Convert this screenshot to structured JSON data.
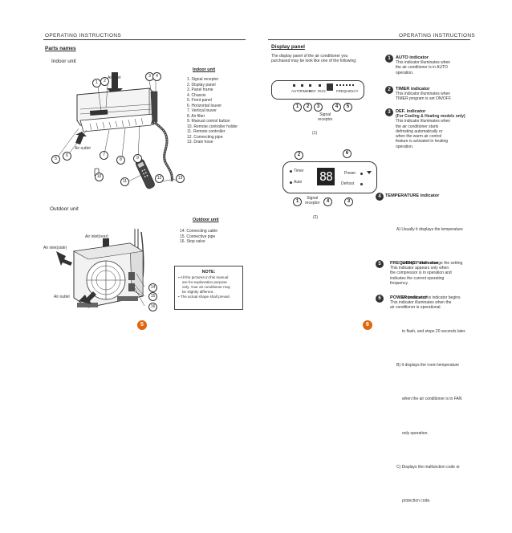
{
  "left_page": {
    "header": "OPERATING INSTRUCTIONS",
    "section_title": "Parts names",
    "indoor_title": "Indoor unit",
    "indoor_list_title": "Indoor unit",
    "indoor_parts": [
      "1.   Signal receptor",
      "2.   Display panel",
      "3.   Panel frame",
      "4.   Chassis",
      "5.   Front panel",
      "6.   Horizontal louver",
      "7.   Vertical louver",
      "8.   Air filter",
      "9.   Manual control button",
      "10.  Remote controller holder",
      "11.  Remote controller",
      "12.  Connecting pipe",
      "13.  Drain hose"
    ],
    "air_inlet": "Air inlet",
    "air_outlet": "Air outlet",
    "outdoor_title": "Outdoor unit",
    "outdoor_list_title": "Outdoor unit",
    "outdoor_parts": [
      "14.  Connecting cable",
      "15.  Connective pipe",
      "16.  Stop valve"
    ],
    "air_inlet_rear": "Air inlet(rear)",
    "air_inlet_side": "Air inlet(side)",
    "air_outlet_outdoor": "Air outlet",
    "note_title": "NOTE:",
    "note_lines": [
      "All the pictures in this manual",
      "are for explanation purpose",
      "only. Your air conditioner may",
      "be slightly different.",
      "The actual shape shall prevail."
    ],
    "page_number": "5",
    "callouts": {
      "c1": "1",
      "c2": "2",
      "c3": "3",
      "c4": "4",
      "c5": "5",
      "c6": "6",
      "c7": "7",
      "c8": "8",
      "c9": "9",
      "c10": "10",
      "c11": "11",
      "c12": "12",
      "c13": "13",
      "c14": "14",
      "c15": "15",
      "c16": "16"
    }
  },
  "right_page": {
    "header": "OPERATING INSTRUCTIONS",
    "section_title": "Display panel",
    "intro_lines": [
      "The display panel of the air conditioner you",
      "purchased may be look like one of the following:"
    ],
    "panel1": {
      "labels": [
        "AUTO",
        "TIMER",
        "DEF.",
        "RUN"
      ],
      "frequency_label": "FREQUENCY",
      "signal_receptor": "Signal\nreceptor",
      "caption": "(1)"
    },
    "panel2": {
      "timer": "Timer",
      "auto": "Auto",
      "power": "Power",
      "defrost": "Defrost",
      "digits": "88",
      "signal_receptor": "Signal\nreceptor",
      "caption": "(2)"
    },
    "callouts": {
      "c1": "1",
      "c2": "2",
      "c3": "3",
      "c4": "4",
      "c5": "5",
      "c6": "6"
    },
    "indicators": [
      {
        "num": "1",
        "title": "AUTO indicator",
        "lines": [
          "This indicator illuminates when",
          "the air conditioner is in AUTO",
          "operation."
        ]
      },
      {
        "num": "2",
        "title": "TIMER indicator",
        "lines": [
          "This indicator illuminates when",
          "TIMER program is set ON/OFF."
        ]
      },
      {
        "num": "3",
        "title": "DEF. indicator",
        "lines": [
          "(For Cooling & Heating models only)",
          "This indicator illuminates when",
          "the air conditioner starts",
          "defrosting automatically or",
          "when the warm air control",
          "feature is activated in heating",
          "operation."
        ]
      },
      {
        "num": "4",
        "title": "TEMPERATURE indicator",
        "lines": [
          "A) Usually it displays the temperature",
          "     settings. When change the setting",
          "     temperature,this indicator begins",
          "     to flash, and stops 20 seconds later.",
          "B) It displays the room temperature",
          "     when the air conditioner is in FAN",
          "     only operation.",
          "C) Displays the malfunction code or",
          "     protection code."
        ]
      },
      {
        "num": "5",
        "title": "FREQUENCY indicator",
        "lines": [
          "This indicator appears only when",
          "the compressor is in operation and",
          "indicates the current operating",
          "frequency."
        ]
      },
      {
        "num": "6",
        "title": "POWER indicator",
        "lines": [
          "This indicator illuminates when the",
          "air conditioner is operational."
        ]
      }
    ],
    "page_number": "6"
  },
  "colors": {
    "page_number_bg": "#e0660f",
    "indicator_badge": "#333333",
    "line": "#333333"
  }
}
